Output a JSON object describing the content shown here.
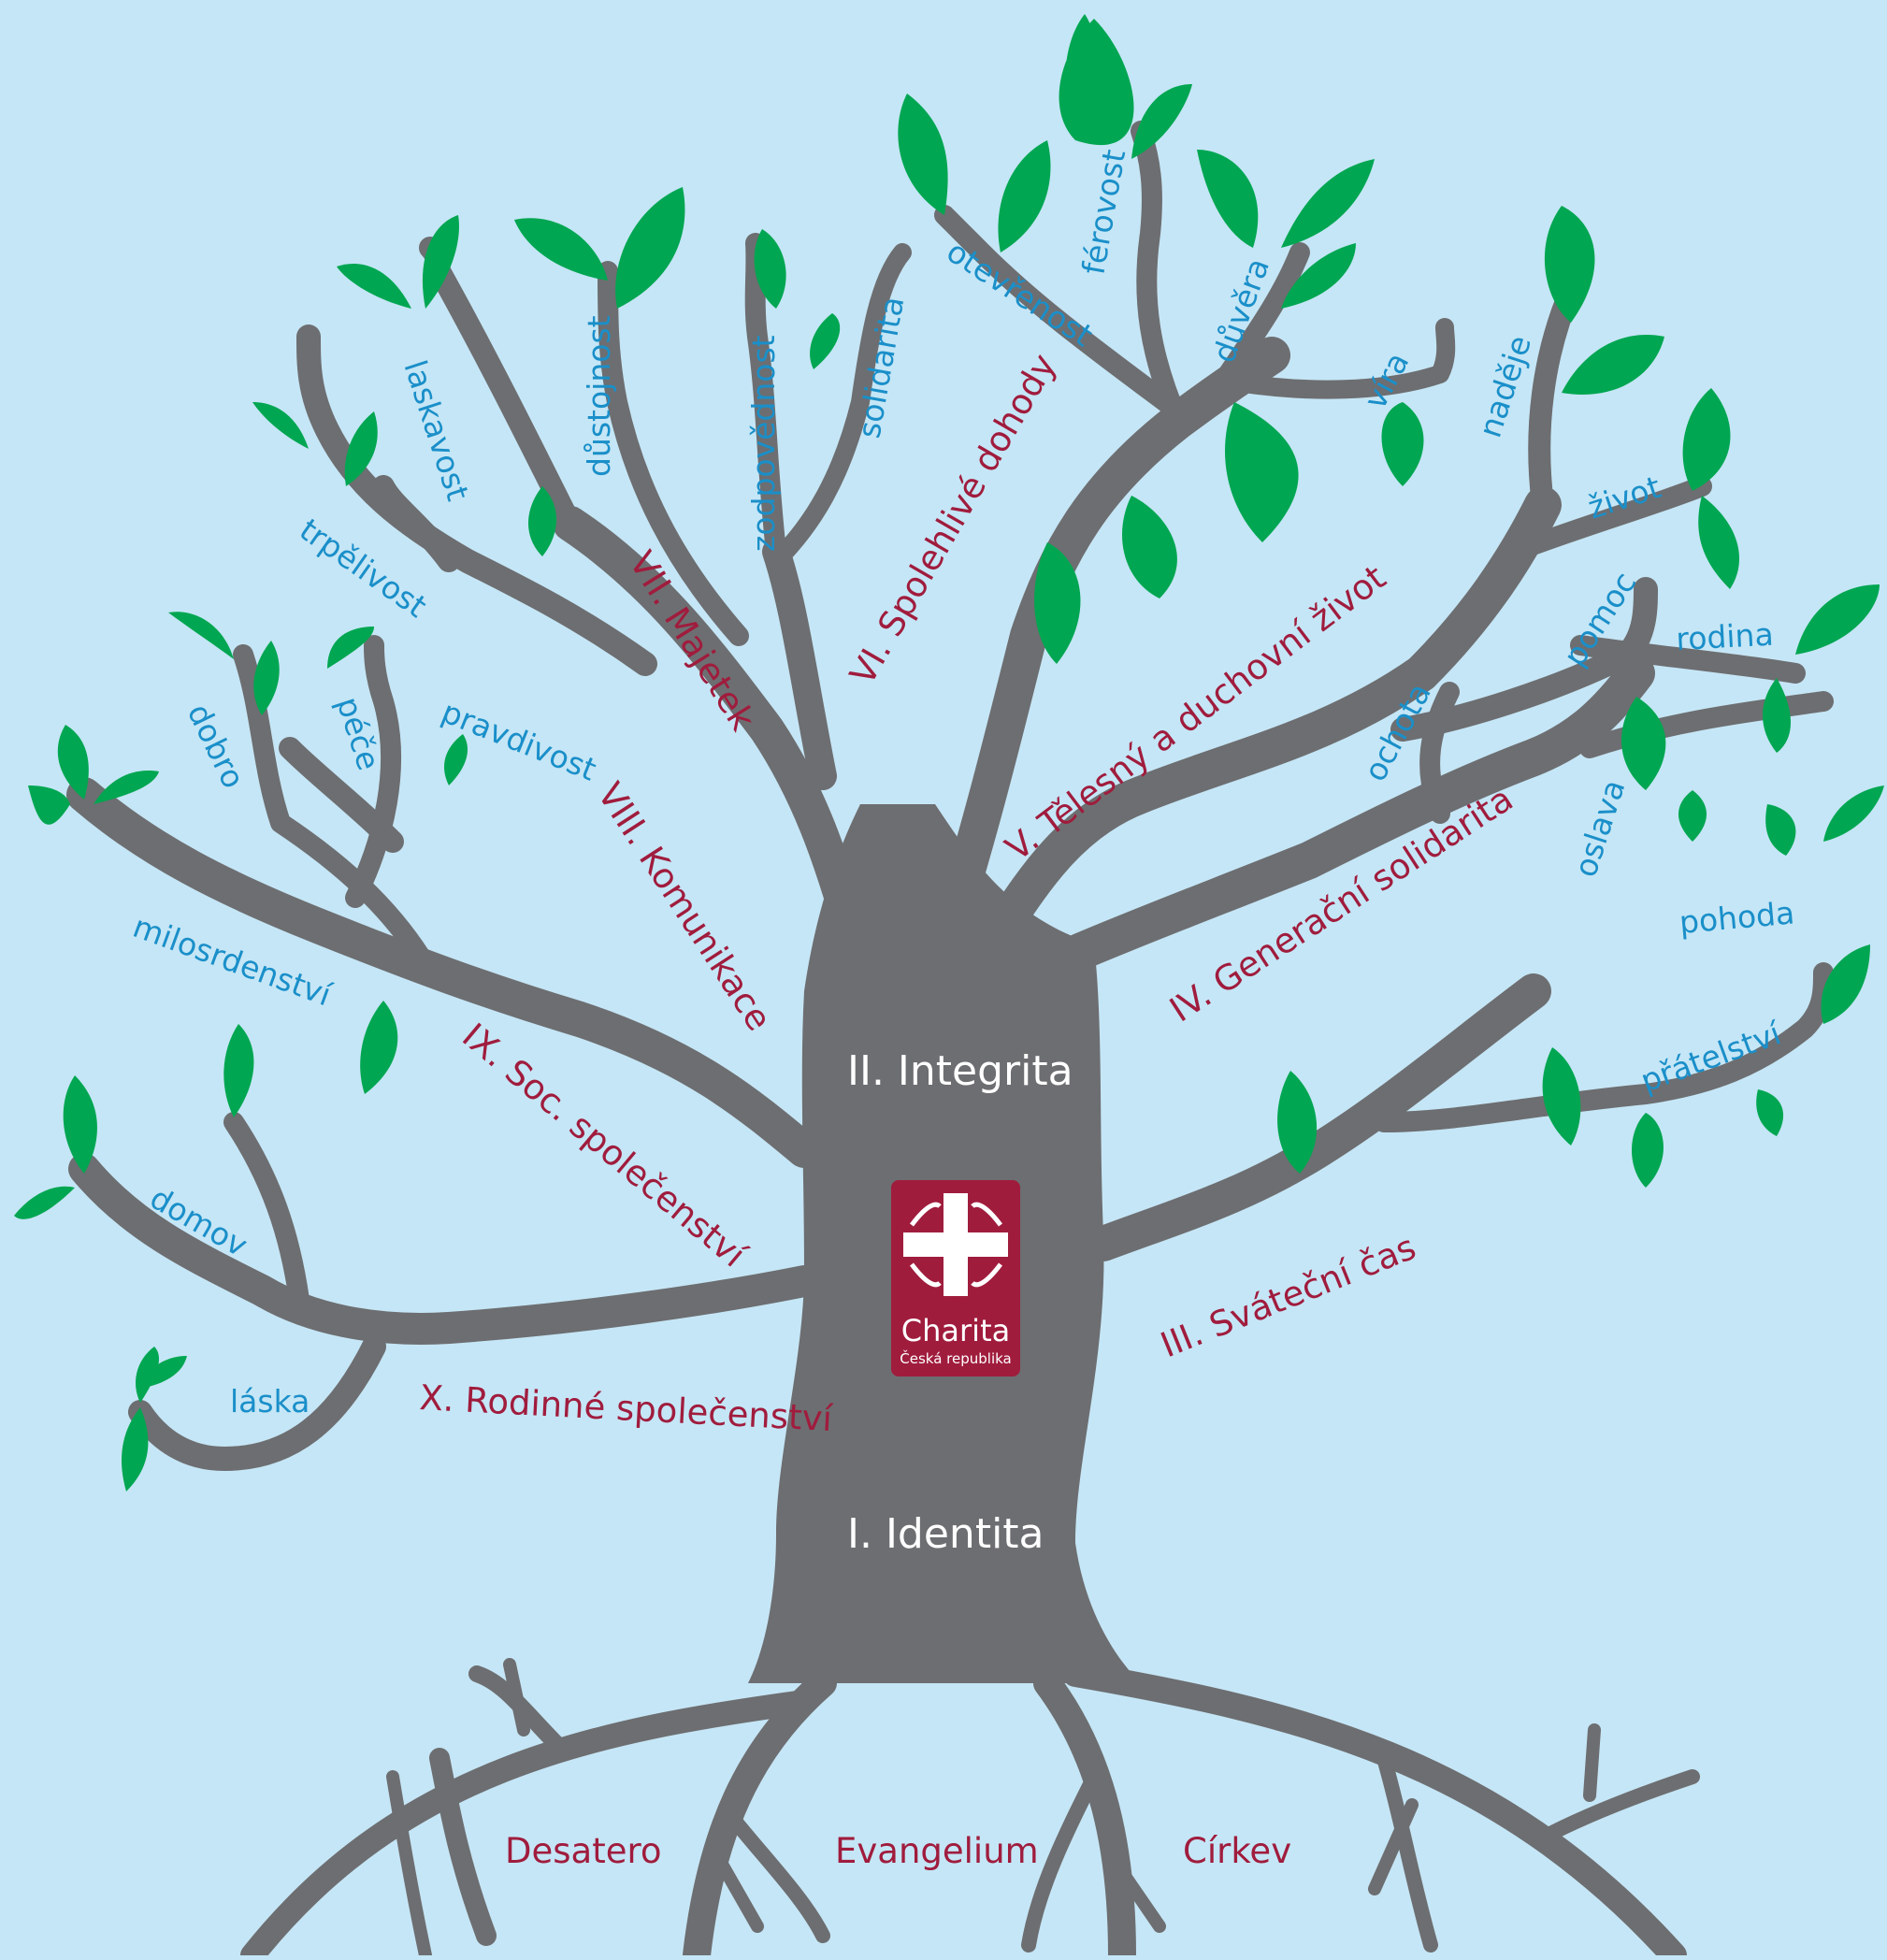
{
  "values_blue": {
    "laskavost": "laskavost",
    "dustojnost": "důstojnost",
    "zodpovednost": "zodpovědnost",
    "solidarita": "solidarita",
    "oteverenost": "otevřenost",
    "ferovost": "férovost",
    "duvera": "důvěra",
    "vira": "víra",
    "nadeje": "naděje",
    "zivot": "život",
    "trpelivost": "trpělivost",
    "pomoc": "pomoc",
    "rodina": "rodina",
    "dobro": "dobro",
    "pece": "péče",
    "pravdivost": "pravdivost",
    "ochota": "ochota",
    "oslava": "oslava",
    "pohoda": "pohoda",
    "milosrdenstvi": "milosrdenství",
    "pratelstvi": "přátelství",
    "domov": "domov",
    "laska": "láska"
  },
  "principles": {
    "p1": "I. Identita",
    "p2": "II. Integrita",
    "p3": "III. Sváteční čas",
    "p4": "IV. Generační solidarita",
    "p5": "V. Tělesný a duchovní život",
    "p6": "VI. Spolehlivé dohody",
    "p7": "VII. Majetek",
    "p8": "VIII. Komunikace",
    "p9": "IX. Soc. společenství",
    "p10": "X. Rodinné společenství"
  },
  "roots": {
    "r1": "Desatero",
    "r2": "Evangelium",
    "r3": "Církev"
  },
  "logo": {
    "name": "Charita",
    "subtitle": "Česká republika",
    "color": "#a01c3d"
  },
  "colors": {
    "background": "#c5e6f6",
    "trunk": "#6d6e71",
    "leaf": "#00a651",
    "value_text": "#1a8fc9",
    "principle_text": "#a01c3d"
  }
}
